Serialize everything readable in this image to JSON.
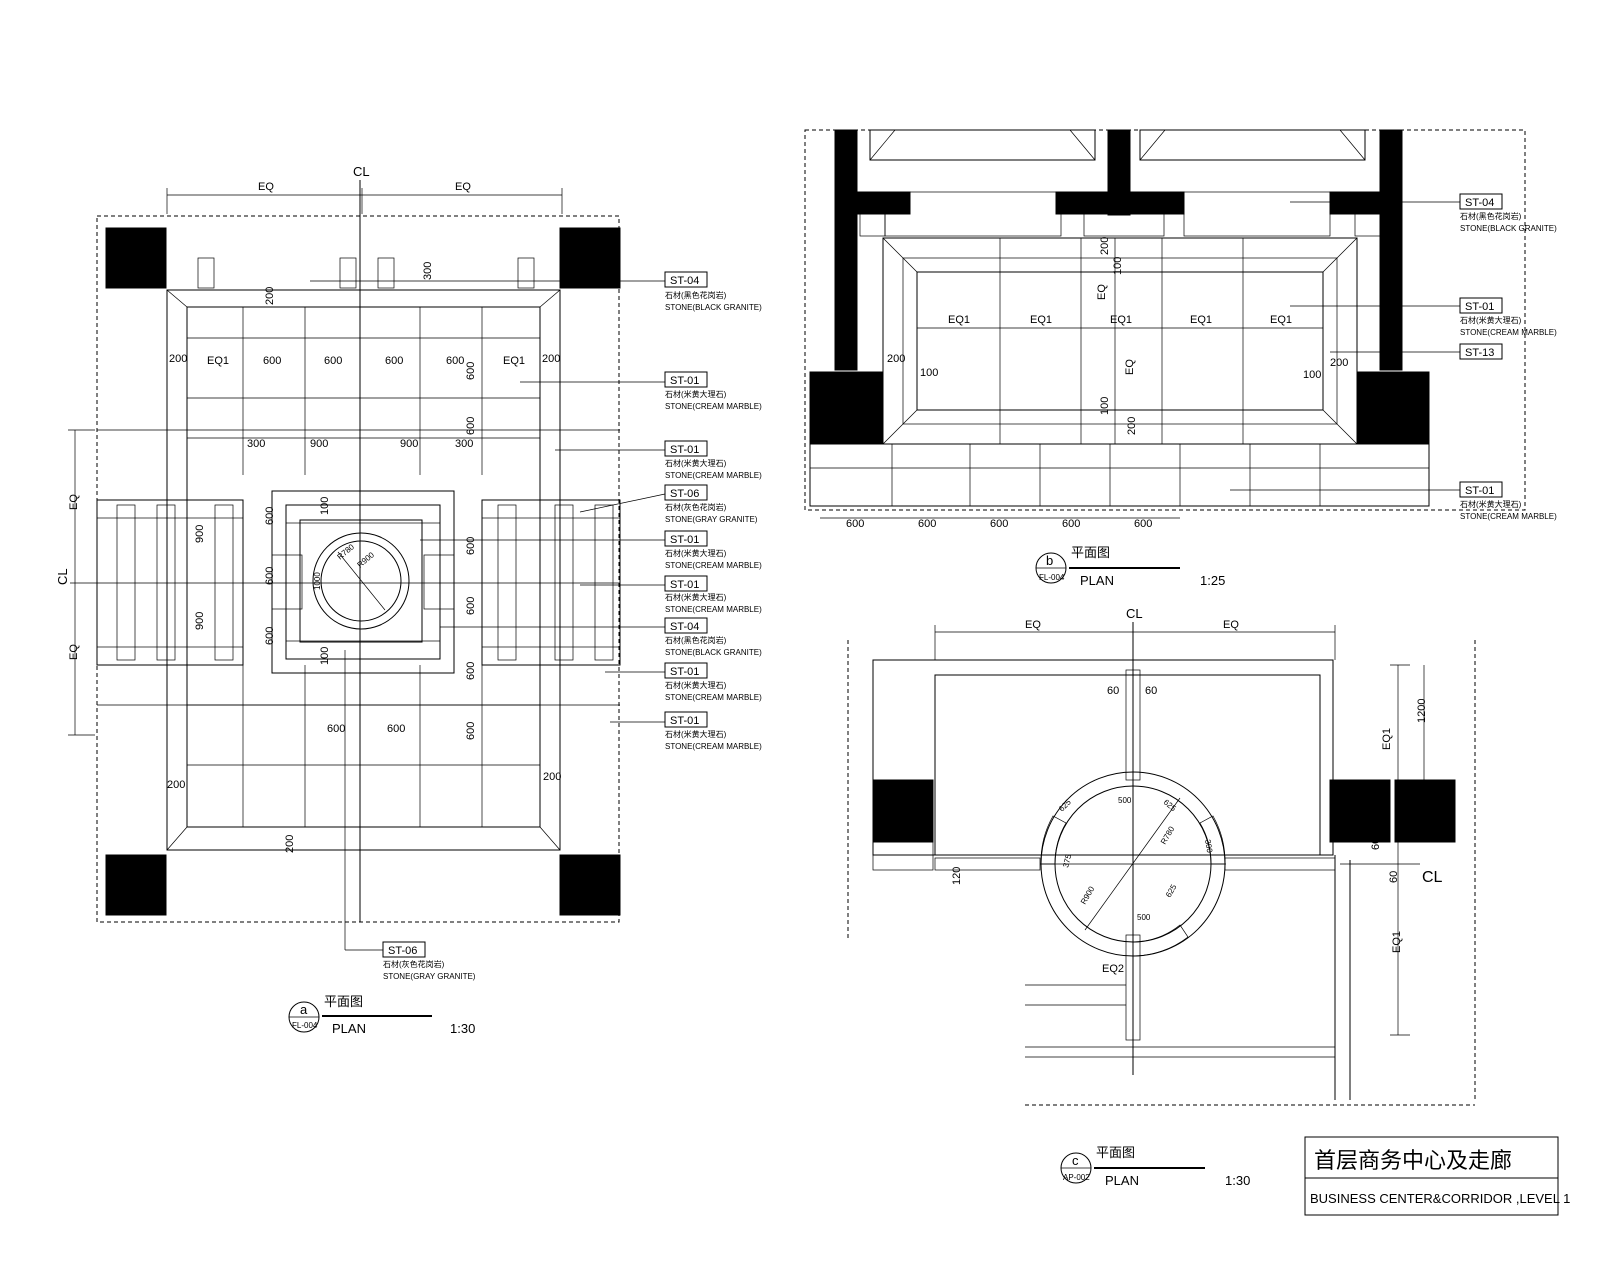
{
  "plan_a": {
    "marker_letter": "a",
    "marker_ref": "FL-004",
    "title_cn": "平面图",
    "title_en": "PLAN",
    "scale": "1:30",
    "centerline": "CL",
    "dims_top": [
      "EQ",
      "EQ"
    ],
    "dims_left": [
      "EQ",
      "EQ"
    ],
    "dim_200": "200",
    "dim_300": "300",
    "dim_900": "900",
    "dim_600": "600",
    "dim_100": "100",
    "dim_eq1": "EQ1",
    "tags": [
      {
        "code": "ST-04",
        "cn": "石材(黑色花岗岩)",
        "en": "STONE(BLACK GRANITE)"
      },
      {
        "code": "ST-01",
        "cn": "石材(米黄大理石)",
        "en": "STONE(CREAM MARBLE)"
      },
      {
        "code": "ST-01",
        "cn": "石材(米黄大理石)",
        "en": "STONE(CREAM MARBLE)"
      },
      {
        "code": "ST-06",
        "cn": "石材(灰色花岗岩)",
        "en": "STONE(GRAY GRANITE)"
      },
      {
        "code": "ST-01",
        "cn": "石材(米黄大理石)",
        "en": "STONE(CREAM MARBLE)"
      },
      {
        "code": "ST-01",
        "cn": "石材(米黄大理石)",
        "en": "STONE(CREAM MARBLE)"
      },
      {
        "code": "ST-04",
        "cn": "石材(黑色花岗岩)",
        "en": "STONE(BLACK GRANITE)"
      },
      {
        "code": "ST-01",
        "cn": "石材(米黄大理石)",
        "en": "STONE(CREAM MARBLE)"
      },
      {
        "code": "ST-01",
        "cn": "石材(米黄大理石)",
        "en": "STONE(CREAM MARBLE)"
      }
    ],
    "bottom_tag": {
      "code": "ST-06",
      "cn": "石材(灰色花岗岩)",
      "en": "STONE(GRAY GRANITE)"
    },
    "circle_labels": [
      "R780",
      "R900",
      "1000"
    ]
  },
  "plan_b": {
    "marker_letter": "b",
    "marker_ref": "FL-004",
    "title_cn": "平面图",
    "title_en": "PLAN",
    "scale": "1:25",
    "dims_bottom": [
      "600",
      "600",
      "600",
      "600",
      "600"
    ],
    "eq1_labels": [
      "EQ1",
      "EQ1",
      "EQ1",
      "EQ1",
      "EQ1"
    ],
    "dim_eq": "EQ",
    "dim_200": "200",
    "dim_100": "100",
    "tags": [
      {
        "code": "ST-04",
        "cn": "石材(黑色花岗岩)",
        "en": "STONE(BLACK GRANITE)"
      },
      {
        "code": "ST-01",
        "cn": "石材(米黄大理石)",
        "en": "STONE(CREAM MARBLE)"
      },
      {
        "code": "ST-13",
        "cn": "",
        "en": ""
      },
      {
        "code": "ST-01",
        "cn": "石材(米黄大理石)",
        "en": "STONE(CREAM MARBLE)"
      }
    ]
  },
  "plan_c": {
    "marker_letter": "c",
    "marker_ref": "AP-002",
    "title_cn": "平面图",
    "title_en": "PLAN",
    "scale": "1:30",
    "centerline": "CL",
    "dims_top": [
      "EQ",
      "EQ"
    ],
    "dims_right": [
      "EQ1",
      "EQ1",
      "1200"
    ],
    "dim_60": "60",
    "dim_120": "120",
    "dim_eq2": "EQ2",
    "circle_labels": [
      "625",
      "500",
      "625",
      "375",
      "R780",
      "R900",
      "625",
      "500",
      "300"
    ]
  },
  "title_block": {
    "title_cn": "首层商务中心及走廊",
    "title_en": "BUSINESS CENTER&CORRIDOR ,LEVEL 1"
  }
}
